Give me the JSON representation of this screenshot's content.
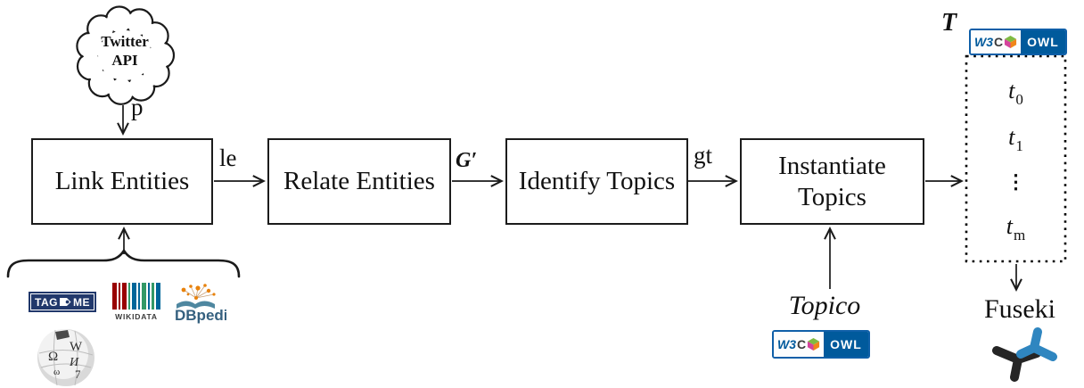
{
  "palette": {
    "w3c_blue": "#005A9C",
    "tagme_navy": "#21386B",
    "wikidata_red": "#990000",
    "wikidata_green": "#339966",
    "wikidata_blue": "#006699",
    "dbpedia_orange": "#E8820C",
    "dbpedia_text": "#35607F",
    "fuseki_blue": "#2F86C0",
    "line_black": "#1A1A1A"
  },
  "cloud": {
    "line1": "Twitter",
    "line2": "API"
  },
  "edges": {
    "p": "p",
    "le": "le",
    "gprime": "G′",
    "gt": "gt"
  },
  "boxes": [
    {
      "label": "Link Entities"
    },
    {
      "label": "Relate Entities"
    },
    {
      "label": "Identify Topics"
    },
    {
      "label": "Instantiate Topics"
    }
  ],
  "ontology": {
    "t_symbol": "T",
    "topics": [
      {
        "base": "t",
        "sub": "0"
      },
      {
        "base": "t",
        "sub": "1"
      },
      {
        "base": "⋮",
        "sub": ""
      },
      {
        "base": "t",
        "sub": "m"
      }
    ]
  },
  "topico": {
    "label": "Topico"
  },
  "fuseki": {
    "label": "Fuseki"
  },
  "w3c_owl": {
    "w3": "W3",
    "c": "C",
    "owl": "OWL"
  },
  "logos": {
    "tagme": {
      "left": "TAG",
      "right": "ME"
    },
    "wikidata": {
      "label": "WIKIDATA",
      "bars": [
        {
          "c": "#990000",
          "w": 5
        },
        {
          "c": "#990000",
          "w": 2
        },
        {
          "c": "#990000",
          "w": 5
        },
        {
          "c": "#339966",
          "w": 2
        },
        {
          "c": "#006699",
          "w": 5
        },
        {
          "c": "#006699",
          "w": 2
        },
        {
          "c": "#339966",
          "w": 5
        },
        {
          "c": "#006699",
          "w": 2
        },
        {
          "c": "#339966",
          "w": 3
        },
        {
          "c": "#006699",
          "w": 5
        }
      ]
    },
    "dbpedia": {
      "label": "DBpedia"
    },
    "wikipedia": {
      "letters": [
        "W",
        "Ω",
        "И",
        "7",
        "ω"
      ]
    }
  }
}
